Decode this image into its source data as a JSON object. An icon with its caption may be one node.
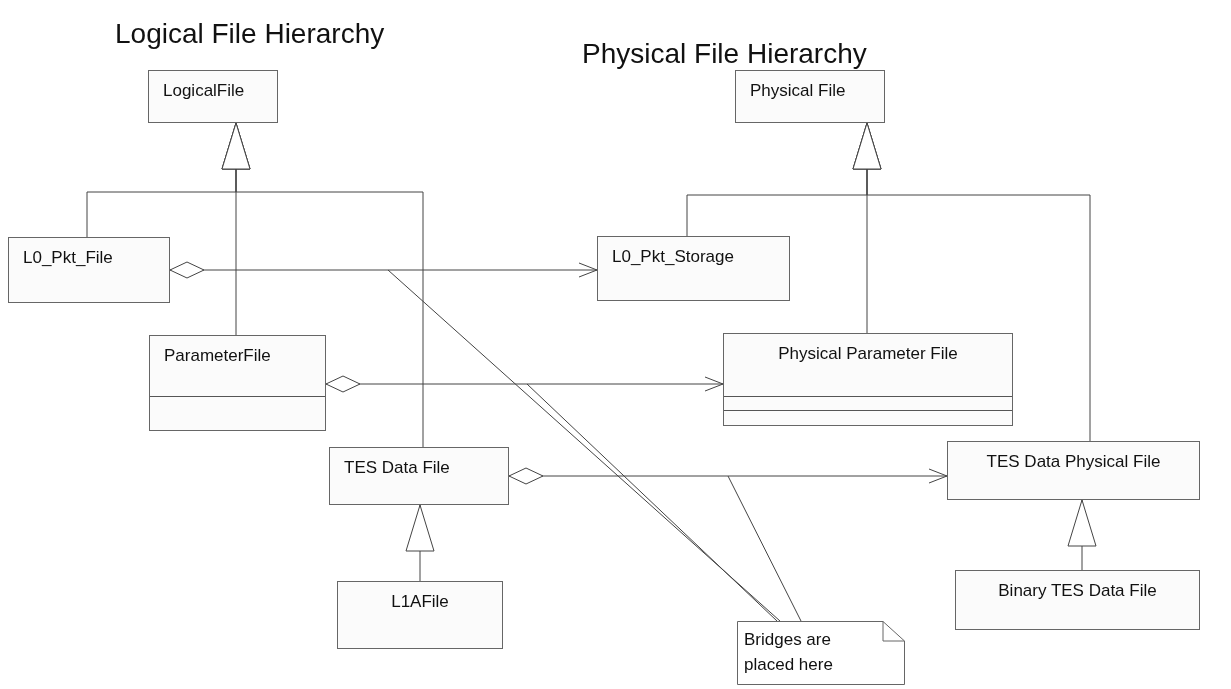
{
  "diagram": {
    "nodes": [
      {
        "text": [
          "LogicalFile"
        ]
      },
      {
        "text": [
          "L0_Pkt_File"
        ]
      },
      {
        "text": [
          "ParameterFile"
        ]
      },
      {
        "text": [
          "TES Data File"
        ]
      },
      {
        "text": [
          "L1AFile"
        ]
      },
      {
        "text": [
          "Physical File"
        ]
      },
      {
        "text": [
          "L0_Pkt_Storage"
        ]
      },
      {
        "text": [
          "Physical Parameter File"
        ]
      },
      {
        "text": [
          "TES Data Physical File"
        ]
      },
      {
        "text": [
          "Binary TES Data File"
        ]
      },
      {
        "text": [
          "Bridges are placed here"
        ]
      }
    ],
    "edges": [
      {
        "from": 1,
        "to": 0,
        "arrow": "to"
      },
      {
        "from": 2,
        "to": 0,
        "arrow": "to"
      },
      {
        "from": 3,
        "to": 0,
        "arrow": "to"
      },
      {
        "from": 4,
        "to": 3,
        "arrow": "to"
      },
      {
        "from": 6,
        "to": 5,
        "arrow": "to"
      },
      {
        "from": 7,
        "to": 5,
        "arrow": "to"
      },
      {
        "from": 8,
        "to": 5,
        "arrow": "to"
      },
      {
        "from": 9,
        "to": 8,
        "arrow": "to"
      },
      {
        "from": 1,
        "to": 6,
        "arrow": "to"
      },
      {
        "from": 2,
        "to": 7,
        "arrow": "to"
      },
      {
        "from": 3,
        "to": 8,
        "arrow": "to"
      },
      {
        "from": 10,
        "to": null,
        "arrow": "none"
      },
      {
        "from": 10,
        "to": null,
        "arrow": "none"
      },
      {
        "from": 10,
        "to": null,
        "arrow": "none"
      }
    ],
    "labels": [
      "Logical File Hierarchy",
      "Physical File Hierarchy"
    ]
  }
}
